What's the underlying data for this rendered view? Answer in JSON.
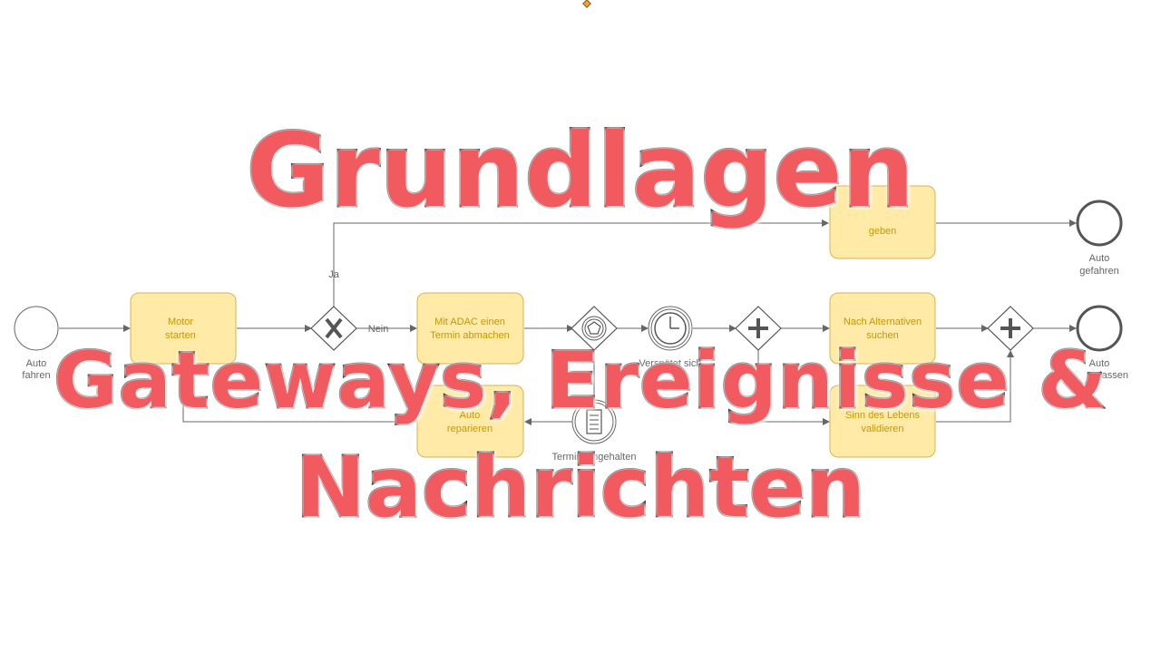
{
  "title": {
    "line1": "Grundlagen",
    "line2": "Gateways, Ereignisse &",
    "line3": "Nachrichten"
  },
  "diagram": {
    "tasks": {
      "motor": [
        "Motor",
        "starten"
      ],
      "adac": [
        "Mit ADAC einen",
        "Termin abmachen"
      ],
      "alt": [
        "Nach Alternativen",
        "suchen"
      ],
      "rep": [
        "Auto",
        "reparieren"
      ],
      "sinn": [
        "Sinn des Lebens",
        "validieren"
      ],
      "top": [
        "geben"
      ]
    },
    "events": {
      "start": [
        "Auto",
        "fahren"
      ],
      "end_top": [
        "Auto",
        "gefahren"
      ],
      "end_mid": [
        "Auto",
        "gelassen"
      ],
      "timer": "Verspätet sich",
      "msg": "Termin eingehalten"
    },
    "flow_labels": {
      "yes": "Ja",
      "no": "Nein"
    }
  },
  "colors": {
    "title_fill": "#f15a5e",
    "title_outline": "#111111",
    "task_fill": "#ffeaa7",
    "task_text": "#c69700"
  },
  "icons": [
    "exclusive-gateway-x-icon",
    "parallel-gateway-plus-icon",
    "event-based-gateway-pentagon-icon",
    "timer-clock-icon",
    "message-document-icon"
  ]
}
